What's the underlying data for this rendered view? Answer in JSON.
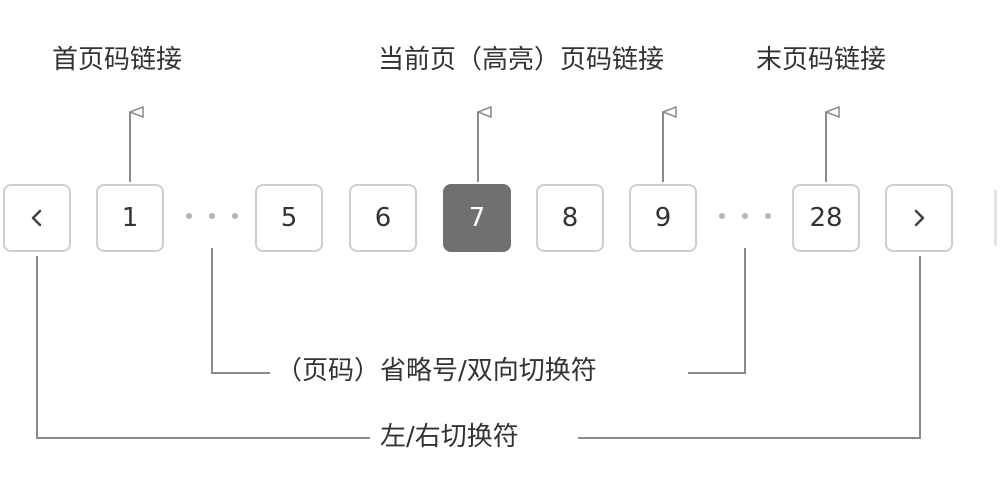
{
  "annotations": {
    "first_page": "首页码链接",
    "current_page": "当前页（高亮）页码链接",
    "last_page": "末页码链接",
    "ellipsis": "（页码）省略号/双向切换符",
    "prev_next": "左/右切换符"
  },
  "pagination": {
    "pages": {
      "first": "1",
      "p5": "5",
      "p6": "6",
      "current": "7",
      "p8": "8",
      "p9": "9",
      "last": "28"
    },
    "prev_icon": "chevron-left-icon",
    "next_icon": "chevron-right-icon"
  },
  "colors": {
    "active_bg": "#707070",
    "border": "#cfcfcf",
    "line": "#8a8a8a"
  }
}
